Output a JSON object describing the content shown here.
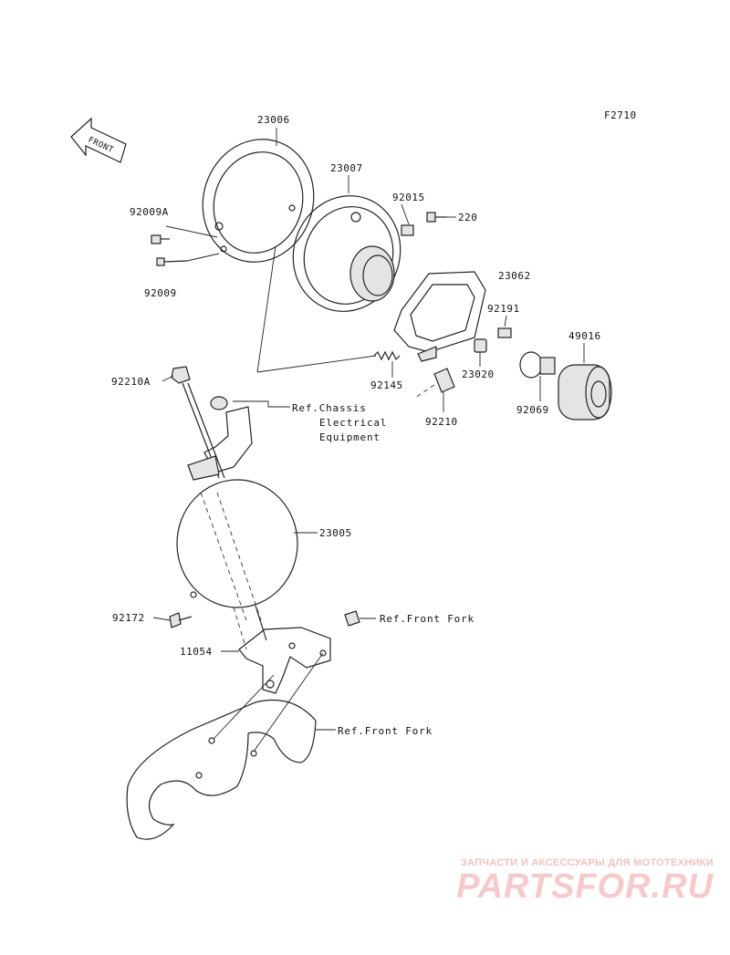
{
  "figure_code": "F2710",
  "front_label": "FRONT",
  "parts": {
    "p23006": "23006",
    "p23007": "23007",
    "p92015": "92015",
    "p220": "220",
    "p92009A": "92009A",
    "p92009": "92009",
    "p23062": "23062",
    "p92191": "92191",
    "p49016": "49016",
    "p92210A": "92210A",
    "p92145": "92145",
    "p23020": "23020",
    "p92210": "92210",
    "p92069": "92069",
    "p23005": "23005",
    "p92172": "92172",
    "p11054": "11054"
  },
  "refs": {
    "chassis_line1": "Ref.Chassis",
    "chassis_line2": "Electrical",
    "chassis_line3": "Equipment",
    "front_fork_upper": "Ref.Front Fork",
    "front_fork_lower": "Ref.Front Fork"
  },
  "watermark": {
    "caption": "ЗАПЧАСТИ И АКСЕССУАРЫ ДЛЯ МОТОТЕХНИКИ",
    "logo": "PARTSFOR.RU"
  }
}
